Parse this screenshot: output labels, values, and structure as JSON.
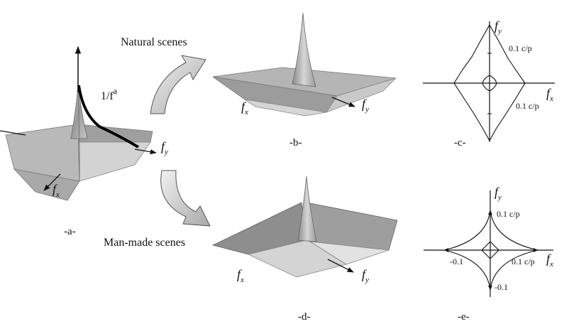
{
  "labels": {
    "natural_scenes": "Natural scenes",
    "man_made_scenes": "Man-made scenes",
    "power_law": "1/f",
    "power_law_exp": "a",
    "fx": "f",
    "fx_sub": "x",
    "fy": "f",
    "fy_sub": "y"
  },
  "panels": {
    "a": "-a-",
    "b": "-b-",
    "c": "-c-",
    "d": "-d-",
    "e": "-e-"
  },
  "contour_c": {
    "label_top": "0.1 c/p",
    "label_bottom": "0.1 c/p"
  },
  "contour_e": {
    "label_top": "0.1 c/p",
    "label_right": "0.1 c/p",
    "label_left": "-0.1",
    "label_bottom": "-0.1"
  }
}
